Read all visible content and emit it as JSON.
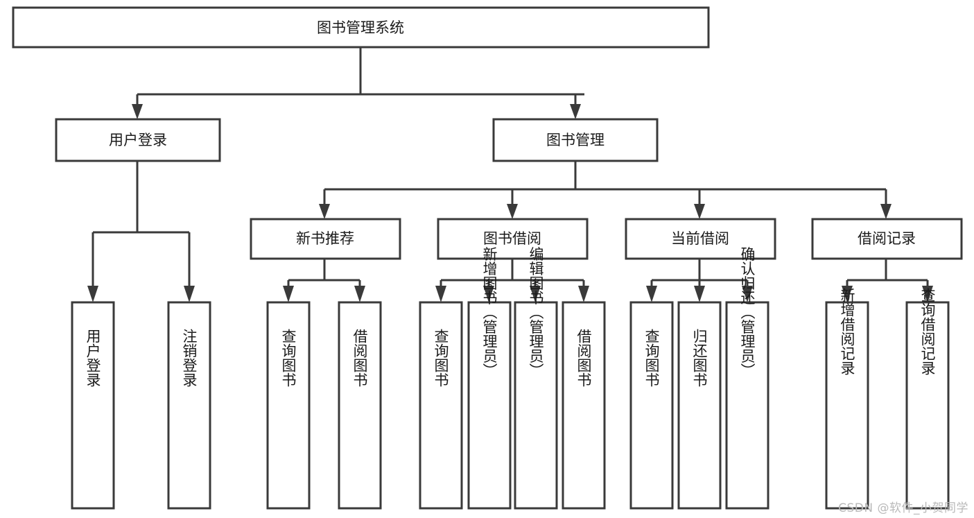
{
  "diagram": {
    "type": "tree-hierarchy",
    "title": "图书管理系统",
    "theme": {
      "background": "#ffffff",
      "box_fill": "#ffffff",
      "box_stroke": "#3a3a3a",
      "text_color": "#1a1a1a",
      "watermark_color": "#b9b9b9"
    },
    "root": {
      "label": "图书管理系统"
    },
    "level2": [
      {
        "label": "用户登录"
      },
      {
        "label": "图书管理"
      }
    ],
    "level3": [
      {
        "label": "新书推荐"
      },
      {
        "label": "图书借阅"
      },
      {
        "label": "当前借阅"
      },
      {
        "label": "借阅记录"
      }
    ],
    "leaves": {
      "user_login": [
        {
          "label": "用户登录"
        },
        {
          "label": "注销登录"
        }
      ],
      "new_book_recommend": [
        {
          "label": "查询图书"
        },
        {
          "label": "借阅图书"
        }
      ],
      "book_borrow": [
        {
          "label": "查询图书"
        },
        {
          "label": "新增图书（管理员）"
        },
        {
          "label": "编辑图书（管理员）"
        },
        {
          "label": "借阅图书"
        }
      ],
      "current_borrow": [
        {
          "label": "查询图书"
        },
        {
          "label": "归还图书"
        },
        {
          "label": "确认归还（管理员）"
        }
      ],
      "borrow_record": [
        {
          "label": "新增借阅记录"
        },
        {
          "label": "查询借阅记录"
        }
      ]
    }
  },
  "watermark": {
    "text": "CSDN @软件_小贺同学"
  }
}
